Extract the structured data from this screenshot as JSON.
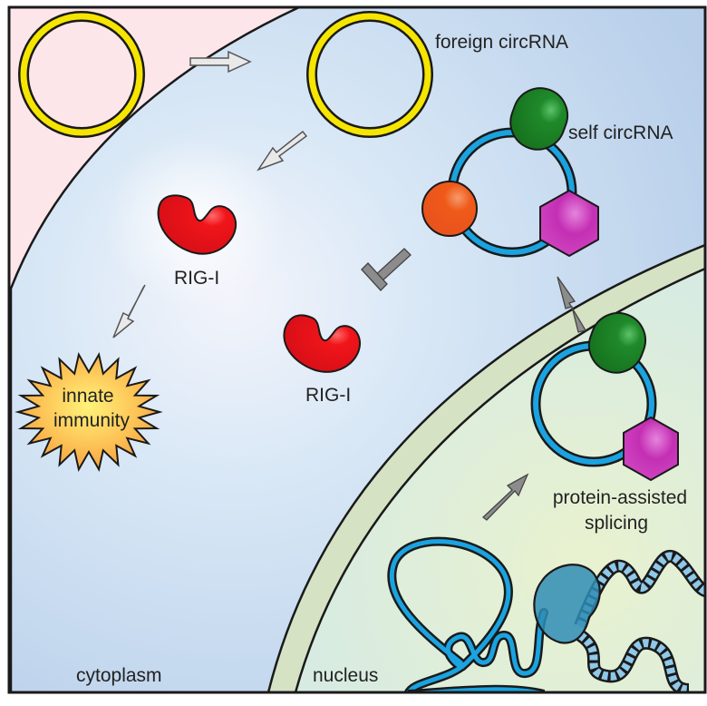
{
  "diagram": {
    "title": "",
    "regions": {
      "extracellular": {
        "color": "#fde6ea"
      },
      "cytoplasm": {
        "label": "cytoplasm",
        "color": "#d6e6f6"
      },
      "nuclear_envelope": {
        "color": "#d6e2c4"
      },
      "nucleus": {
        "label": "nucleus",
        "color": "#e3efd5"
      }
    },
    "labels": {
      "foreign_circrna": "foreign circRNA",
      "self_circrna": "self circRNA",
      "rig_i_active": "RIG-I",
      "rig_i_inhibited": "RIG-I",
      "innate_immunity_line1": "innate",
      "innate_immunity_line2": "immunity",
      "splicing_line1": "protein-assisted",
      "splicing_line2": "splicing",
      "cytoplasm": "cytoplasm",
      "nucleus": "nucleus"
    },
    "colors": {
      "foreign_circrna": "#f5e500",
      "self_circrna": "#1aa3e0",
      "rig_i": "#e8141c",
      "protein_green": "#1f8a2a",
      "protein_orange": "#ef5a1a",
      "protein_magenta": "#c42fb4",
      "innate_immunity_burst": "#fbb040",
      "activation_arrow": "#e9e9e9",
      "process_arrow": "#8c8c8c",
      "dna_helix": "#8fc8e8",
      "polymerase": "#2f8db5"
    },
    "relations": [
      {
        "from": "foreign circRNA (outside)",
        "to": "foreign circRNA (cytoplasm)",
        "type": "enters"
      },
      {
        "from": "foreign circRNA",
        "to": "RIG-I",
        "type": "activates"
      },
      {
        "from": "RIG-I",
        "to": "innate immunity",
        "type": "activates"
      },
      {
        "from": "self circRNA",
        "to": "RIG-I",
        "type": "inhibits"
      },
      {
        "from": "transcription",
        "to": "self circRNA (nucleus)",
        "type": "protein-assisted splicing"
      },
      {
        "from": "self circRNA (nucleus)",
        "to": "self circRNA (cytoplasm)",
        "type": "export"
      }
    ]
  }
}
